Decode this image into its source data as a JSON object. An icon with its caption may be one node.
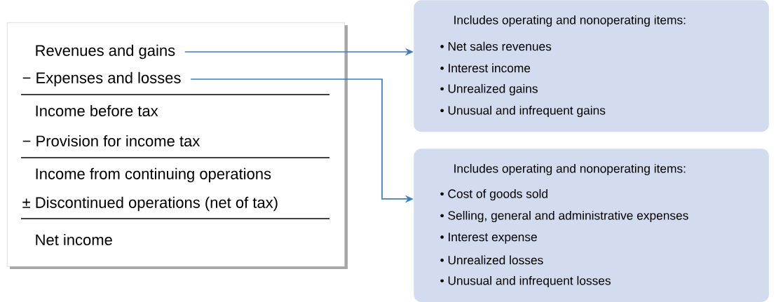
{
  "diagram": {
    "nodes": [
      {
        "text": [],
        "shape": "box"
      },
      {
        "text": [
          "Revenues and gains"
        ],
        "in": 0
      },
      {
        "text": [
          "− Expenses and losses"
        ],
        "in": 0
      },
      {
        "text": [
          "Income before tax"
        ],
        "in": 0
      },
      {
        "text": [
          "− Provision for income tax"
        ],
        "in": 0
      },
      {
        "text": [
          "Income from continuing operations"
        ],
        "in": 0
      },
      {
        "text": [
          "± Discontinued operations (net of tax)"
        ],
        "in": 0
      },
      {
        "text": [
          "Net income"
        ],
        "in": 0
      },
      {
        "text": [
          "Includes operating and nonoperating items:",
          "• Net sales revenues",
          "• Interest income",
          "• Unrealized gains",
          "• Unusual and infrequent gains"
        ]
      },
      {
        "text": [
          "Includes operating and nonoperating items:",
          "• Cost of goods sold",
          "• Selling, general and administrative expenses",
          "• Interest expense",
          "• Unrealized losses",
          "• Unusual and infrequent losses"
        ]
      }
    ],
    "edges": [
      {
        "from": 1,
        "to": 8,
        "arrow": "to"
      },
      {
        "from": 2,
        "to": 9,
        "arrow": "to"
      }
    ]
  }
}
